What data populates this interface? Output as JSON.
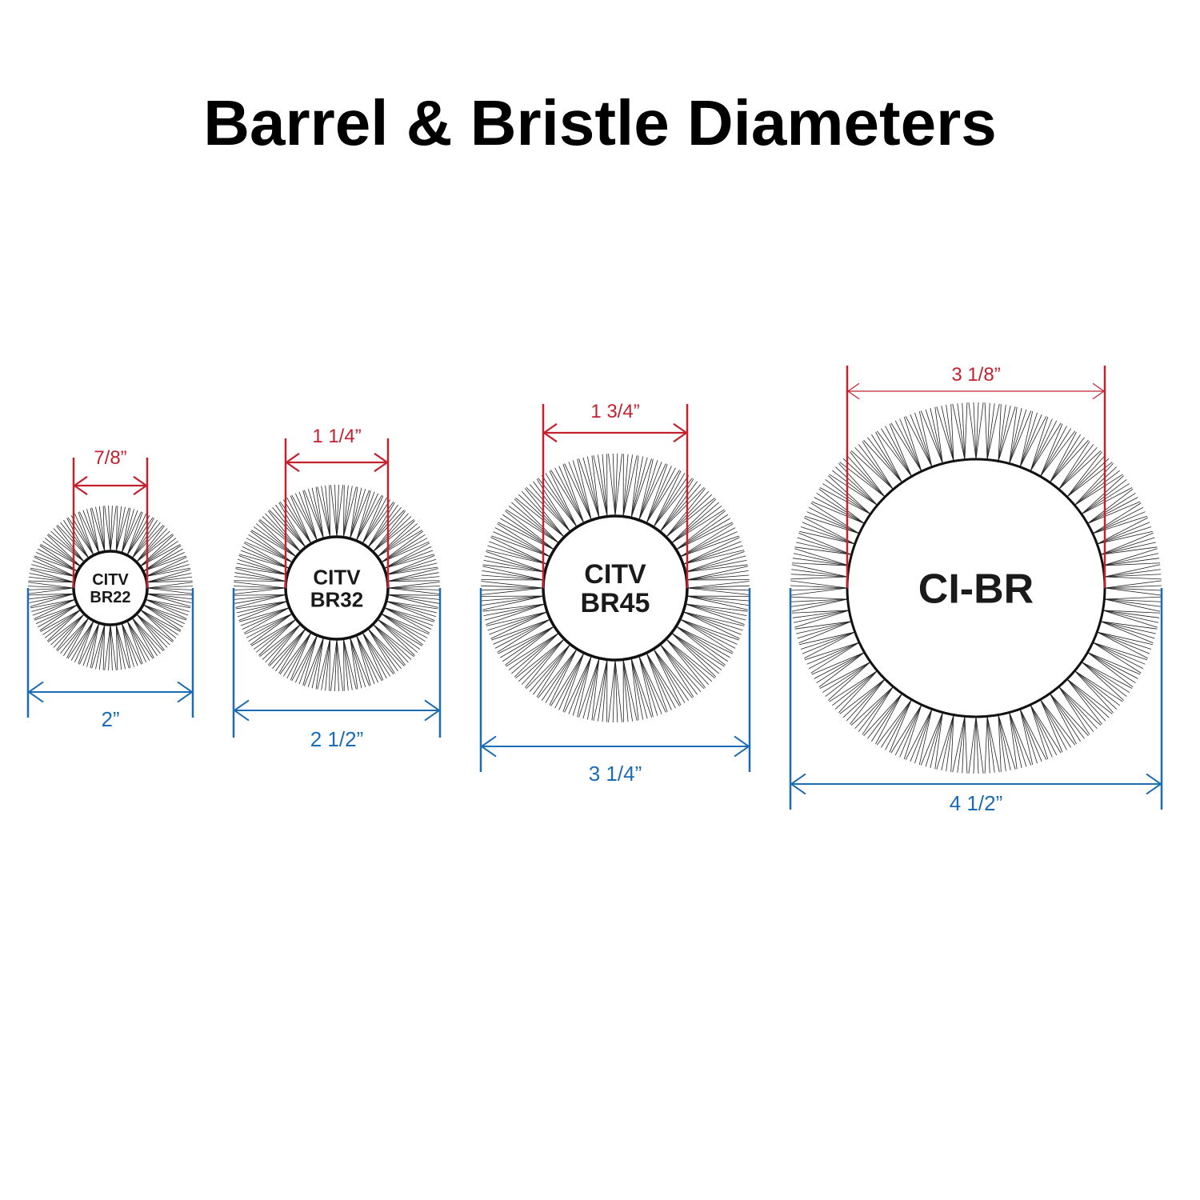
{
  "title": "Barrel & Bristle Diameters",
  "colors": {
    "barrel_dimension": "#c4212f",
    "bristle_dimension": "#1c6cb4",
    "bristle": "#222222"
  },
  "brushes": [
    {
      "model_lines": [
        "CITV",
        "BR22"
      ],
      "barrel_diameter": "7/8”",
      "bristle_diameter": "2”",
      "barrel_in": 0.875,
      "bristle_in": 2.0
    },
    {
      "model_lines": [
        "CITV",
        "BR32"
      ],
      "barrel_diameter": "1 1/4”",
      "bristle_diameter": "2 1/2”",
      "barrel_in": 1.25,
      "bristle_in": 2.5
    },
    {
      "model_lines": [
        "CITV",
        "BR45"
      ],
      "barrel_diameter": "1 3/4”",
      "bristle_diameter": "3 1/4”",
      "barrel_in": 1.75,
      "bristle_in": 3.25
    },
    {
      "model_lines": [
        "CI-BR"
      ],
      "barrel_diameter": "3 1/8”",
      "bristle_diameter": "4 1/2”",
      "barrel_in": 3.125,
      "bristle_in": 4.5
    }
  ]
}
